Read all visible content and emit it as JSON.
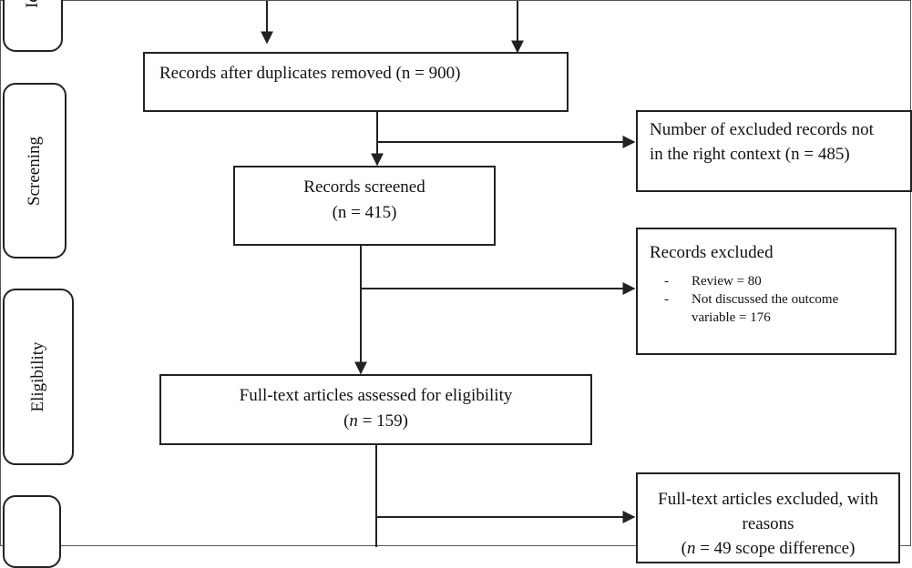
{
  "phases": {
    "identification_partial": "Id",
    "screening": "Screening",
    "eligibility": "Eligibility"
  },
  "nodes": {
    "duplicates_removed": "Records after duplicates removed (n = 900)",
    "records_screened_title": "Records screened",
    "records_screened_count": "(n = 415)",
    "fulltext_assessed_title": "Full-text articles assessed for eligibility",
    "fulltext_assessed_count_prefix": "(",
    "fulltext_assessed_count_n": "n",
    "fulltext_assessed_count_rest": " = 159)"
  },
  "exclusions": {
    "context": {
      "line1": "Number of excluded records not",
      "line2": "in the right context (n = 485)"
    },
    "records_excluded": {
      "title": "Records excluded",
      "items": [
        {
          "dash": "-",
          "line1": "Review = 80",
          "line2": ""
        },
        {
          "dash": "-",
          "line1": "Not discussed the outcome",
          "line2": "variable  = 176"
        }
      ]
    },
    "fulltext_excluded": {
      "line1": "Full-text articles excluded, with",
      "line2": "reasons",
      "line3_prefix": "(",
      "line3_n": "n",
      "line3_rest": " = 49 scope difference)"
    }
  },
  "colors": {
    "stroke": "#222222",
    "background": "#ffffff"
  }
}
